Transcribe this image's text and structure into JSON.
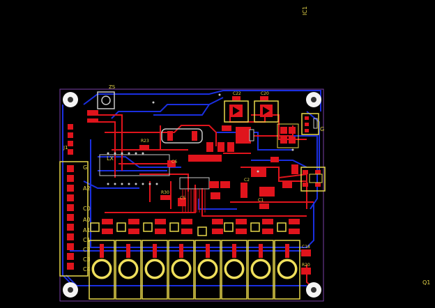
{
  "board": {
    "outline_color": "#7a3fa8",
    "top_copper": "#e0141c",
    "bottom_copper": "#1a2fe0",
    "silkscreen": "#e8d84a",
    "pad_color": "#c8c8c8"
  },
  "labels": {
    "ic1": "IC1",
    "q1": "Q1",
    "zs": "ZS",
    "lx": "LX",
    "j": "J1",
    "g_right": "G",
    "c22": "C22",
    "c20": "C20",
    "r23": "R23",
    "r30": "R30",
    "r20": "R20",
    "c18": "C18",
    "c1": "C1",
    "c2": "C2",
    "c5": "C5",
    "c6": "C6"
  },
  "terminal_pins": [
    "G",
    "",
    "A2",
    "",
    "C0",
    "A0",
    "A1",
    "C1",
    "C2",
    "C3",
    "C4"
  ],
  "icons": {
    "mounting_hole": "mounting-hole-icon",
    "diode": "diode-icon",
    "relay_coil": "relay-coil-icon"
  }
}
